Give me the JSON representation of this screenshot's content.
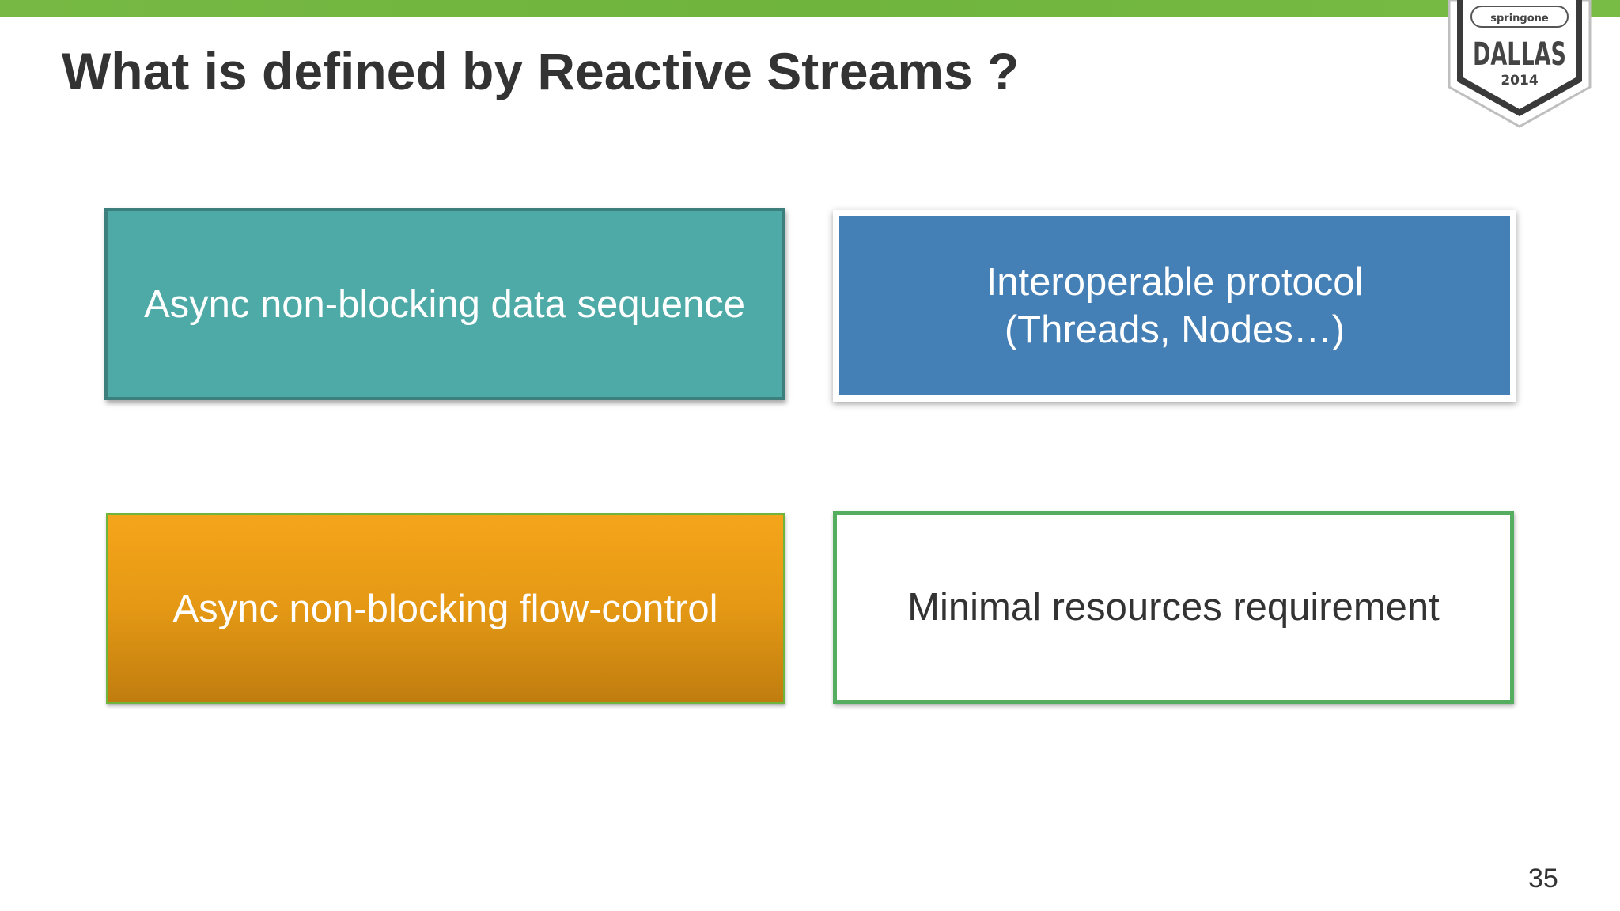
{
  "slide": {
    "title": "What is defined by Reactive Streams ?",
    "page_number": "35",
    "badge": {
      "small_text": "springone",
      "city": "DALLAS",
      "year": "2014"
    },
    "boxes": [
      {
        "lines": [
          "Async non-blocking data sequence"
        ]
      },
      {
        "lines": [
          "Interoperable protocol",
          "(Threads, Nodes…)"
        ]
      },
      {
        "lines": [
          "Async non-blocking flow-control"
        ]
      },
      {
        "lines": [
          "Minimal resources requirement"
        ]
      }
    ]
  },
  "colors": {
    "top_bar": "#6fb43d",
    "title_text": "#333333",
    "teal": "#4eaaa6",
    "blue": "#4480b5",
    "orange": "#f5a51a",
    "green_border": "#55ad5f"
  }
}
